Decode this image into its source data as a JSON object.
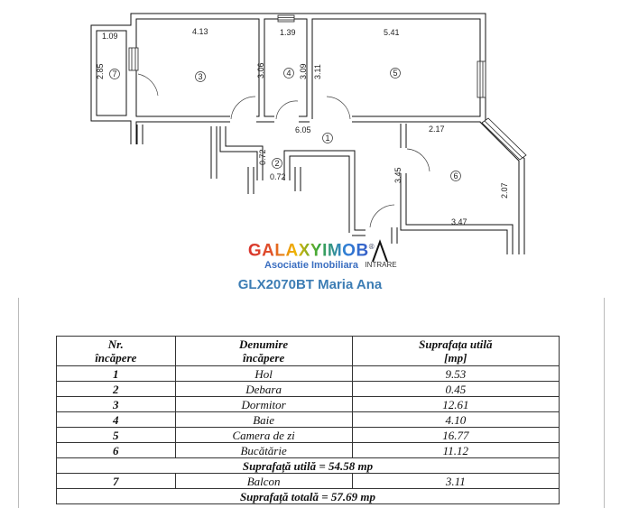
{
  "plan": {
    "dimensions": {
      "balcony_w": "1.09",
      "balcony_h": "2.85",
      "room3_w": "4.13",
      "room3_h": "3.06",
      "room4_w": "1.39",
      "room4_h": "3.09",
      "room5_w": "5.41",
      "room5_h": "3.11",
      "hall_w": "6.05",
      "debara_h": "0.72",
      "debara_w": "0.72",
      "kitchen_top": "2.17",
      "kitchen_h": "3.45",
      "kitchen_side": "2.07",
      "kitchen_bottom": "3.47"
    },
    "room_numbers": [
      "1",
      "2",
      "3",
      "4",
      "5",
      "6",
      "7"
    ],
    "entrance_label": "INTRARE"
  },
  "logo": {
    "name": "GALAXYIMOB",
    "registered": "®",
    "subtitle": "Asociatie Imobiliara"
  },
  "title": "GLX2070BT Maria Ana",
  "table": {
    "headers": {
      "nr": "Nr.",
      "nr2": "încăpere",
      "name": "Denumire",
      "name2": "încăpere",
      "area": "Suprafața utilă",
      "area2": "[mp]"
    },
    "rows": [
      {
        "nr": "1",
        "name": "Hol",
        "area": "9.53"
      },
      {
        "nr": "2",
        "name": "Debara",
        "area": "0.45"
      },
      {
        "nr": "3",
        "name": "Dormitor",
        "area": "12.61"
      },
      {
        "nr": "4",
        "name": "Baie",
        "area": "4.10"
      },
      {
        "nr": "5",
        "name": "Camera de zi",
        "area": "16.77"
      },
      {
        "nr": "6",
        "name": "Bucătărie",
        "area": "11.12"
      }
    ],
    "subtotal": "Suprafață utilă  = 54.58 mp",
    "balcony": {
      "nr": "7",
      "name": "Balcon",
      "area": "3.11"
    },
    "total": "Suprafață totală = 57.69 mp"
  }
}
